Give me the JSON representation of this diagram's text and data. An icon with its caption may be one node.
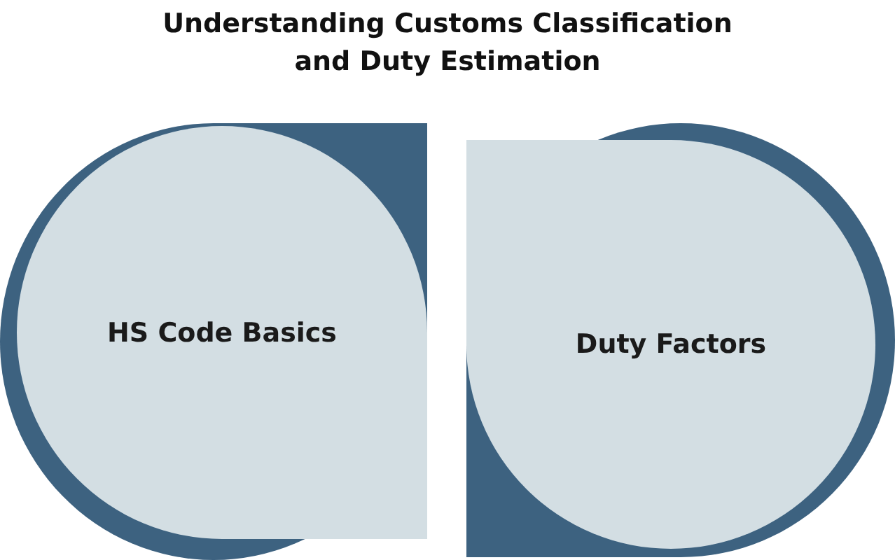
{
  "diagram": {
    "title": "Understanding Customs Classification and Duty Estimation",
    "nodes": [
      {
        "text": [
          "HS Code Basics"
        ]
      },
      {
        "text": [
          "Duty Factors"
        ]
      }
    ]
  }
}
